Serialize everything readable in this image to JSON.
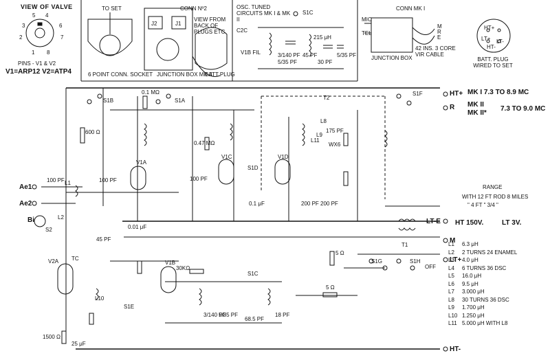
{
  "panels": {
    "valve_view": {
      "title": "VIEW OF VALVE",
      "pin_numbers": [
        "1",
        "2",
        "3",
        "4",
        "5",
        "6",
        "7",
        "8"
      ],
      "pins_note": "PINS - V1 & V2",
      "valves": "V1=ARP12  V2=ATP4"
    },
    "conn_to_set": {
      "title": "TO SET",
      "caption": "6 POINT CONN. SOCKET"
    },
    "conn_n2": {
      "title": "CONN Nº2",
      "view_note": "VIEW FROM BACK OF PLUGS ETC.",
      "junction_box": "JUNCTION BOX MK II",
      "batt_plug": "BATT PLUG",
      "j2": "J2",
      "j1": "J1"
    },
    "osc_tuned": {
      "title": "OSC. TUNED CIRCUITS MK I & MK II",
      "labels": [
        "C2C",
        "V1B FIL",
        "S1C",
        "3/140 PF",
        "5/35 PF",
        "45 PF",
        "215 μH",
        "30 PF",
        "5/35 PF"
      ]
    },
    "conn_mk1": {
      "title": "CONN MK I",
      "mic": "MIC",
      "tel": "TEL",
      "cable": "42 INS. 3 CORE VIR CABLE",
      "junction": "JUNCTION BOX",
      "terminals": [
        "M",
        "R",
        "E"
      ]
    },
    "batt_plug": {
      "caption": "BATT. PLUG WIRED TO SET",
      "pins": [
        "LT+",
        "HT+",
        "LT-",
        "HT-"
      ]
    }
  },
  "ranges": {
    "mk1": "MK I  7.3 TO 8.9 MC",
    "mk2": "MK II",
    "mk2a": "MK II*",
    "mk2_range": "7.3 TO 9.0 MC"
  },
  "range_note": {
    "title": "RANGE",
    "line1": "WITH 12 FT ROD   8 MILES",
    "line2": "\"   4 FT \"       3/4 \""
  },
  "supply": {
    "ht": "HT 150V.",
    "lt": "LT 3V."
  },
  "coil_table": [
    {
      "id": "L1",
      "value": "6.3 μH"
    },
    {
      "id": "L2",
      "value": "2 TURNS 24 ENAMEL"
    },
    {
      "id": "L3",
      "value": "4.0 μH"
    },
    {
      "id": "L4",
      "value": "6 TURNS 36 DSC"
    },
    {
      "id": "L5",
      "value": "16.0 μH"
    },
    {
      "id": "L6",
      "value": "9.5 μH"
    },
    {
      "id": "L7",
      "value": "3.000 μH"
    },
    {
      "id": "L8",
      "value": "30 TURNS 36 DSC"
    },
    {
      "id": "L9",
      "value": "1.700 μH"
    },
    {
      "id": "L10",
      "value": "1.250 μH"
    },
    {
      "id": "L11",
      "value": "5.000 μH WITH L8"
    }
  ],
  "terminals": {
    "ht_plus": "HT+",
    "r": "R",
    "lt_minus_e": "LT-E",
    "m": "M",
    "lt_plus": "LT+",
    "ht_minus": "HT-",
    "ae1": "Ae1",
    "ae2": "Ae2",
    "bi": "Bi",
    "s2": "S2"
  },
  "components": {
    "v1a": "V1A",
    "v1b": "V1B",
    "v1c": "V1C",
    "v1d": "V1D",
    "v2a": "V2A",
    "s1a": "S1A",
    "s1b": "S1B",
    "s1c": "S1C",
    "s1d": "S1D",
    "s1e": "S1E",
    "s1f": "S1F",
    "s1g": "S1G",
    "s1h": "S1H",
    "t1": "T1",
    "t2": "T2",
    "l1": "L1",
    "l2": "L2",
    "l8": "L8",
    "l9": "L9",
    "l10": "L10",
    "l11": "L11",
    "r600": "600 Ω",
    "r01m": "0.1 MΩ",
    "r047m": "0.47 MΩ",
    "r30k": "30KΩ",
    "r5a": "5 Ω",
    "r5b": "5 Ω",
    "r1500": "1500 Ω",
    "c100pf": "100 PF",
    "c100pf2": "100 PF",
    "c100pf3": "100 PF",
    "c45pf": "45 PF",
    "c001": "0.01 μF",
    "c02": "0.1 μF",
    "c200pf": "200 PF",
    "c200pf2": "200 PF",
    "c175": "175 PF",
    "c25uf": "25 μF",
    "wx6": "WX6",
    "tc": "TC",
    "off": "OFF",
    "c3_140": "3/140 PF",
    "c5_35": "5/35 PF",
    "c68": "68.5 PF",
    "c18": "18 PF"
  }
}
